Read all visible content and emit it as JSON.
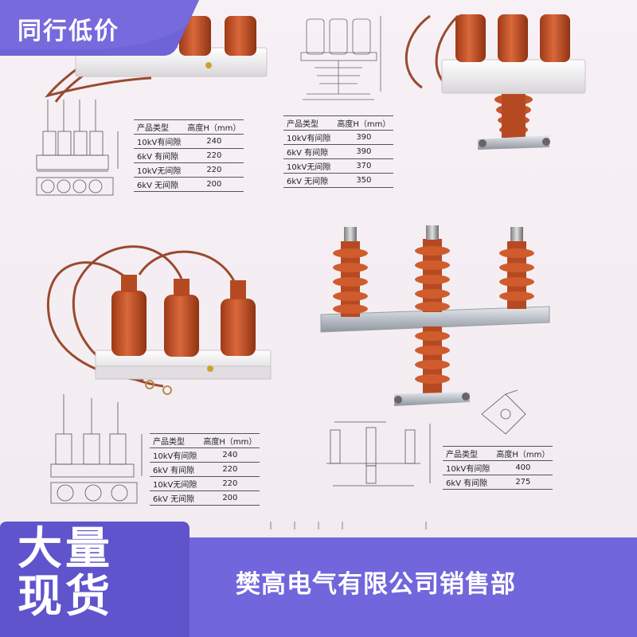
{
  "banner": {
    "top_tag": "同行低价",
    "big_tag_line1": "大量",
    "big_tag_line2": "现货",
    "company": "樊高电气有限公司销售部"
  },
  "tables": {
    "left_top": {
      "header": [
        "产品类型",
        "高度H（mm）"
      ],
      "rows": [
        [
          "10kV有间隙",
          "240"
        ],
        [
          "6kV 有间隙",
          "220"
        ],
        [
          "10kV无间隙",
          "220"
        ],
        [
          "6kV 无间隙",
          "200"
        ]
      ]
    },
    "center_top": {
      "header": [
        "产品类型",
        "高度H（mm）"
      ],
      "rows": [
        [
          "10kV有间隙",
          "390"
        ],
        [
          "6kV 有间隙",
          "390"
        ],
        [
          "10kV无间隙",
          "370"
        ],
        [
          "6kV 无间隙",
          "350"
        ]
      ]
    },
    "left_bottom": {
      "header": [
        "产品类型",
        "高度H（mm）"
      ],
      "rows": [
        [
          "10kV有间隙",
          "240"
        ],
        [
          "6kV 有间隙",
          "220"
        ],
        [
          "10kV无间隙",
          "220"
        ],
        [
          "6kV 无间隙",
          "200"
        ]
      ]
    },
    "right_bottom": {
      "header": [
        "产品类型",
        "高度H（mm）"
      ],
      "rows": [
        [
          "10kV有间隙",
          "400"
        ],
        [
          "6kV 有间隙",
          "275"
        ]
      ]
    }
  },
  "colors": {
    "badge_purple": "#6f63d8",
    "insulator_orange": "#c8552a",
    "cable_brown": "#9a4a2e"
  }
}
